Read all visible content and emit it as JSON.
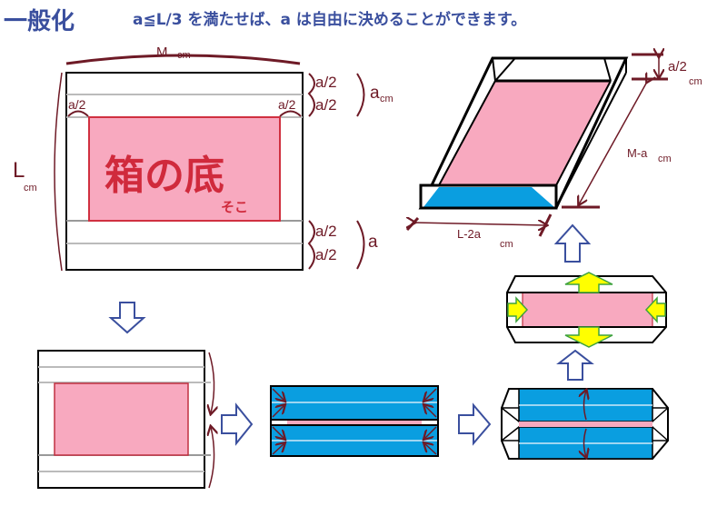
{
  "title": "一般化",
  "condition": "a≦L/3 を満たせば、a は自由に決めることができます。",
  "colors": {
    "pink": "#f8a9bf",
    "blue": "#0a9ee0",
    "title": "#3a4f9e",
    "label": "#6e1a26",
    "pink_border": "#d03040",
    "yellow": "#ffff00",
    "green": "#3fa33f"
  },
  "sheet": {
    "width_label": "M",
    "width_unit": "cm",
    "height_label": "L",
    "height_unit": "cm",
    "corner_left": "a/2",
    "corner_right": "a/2",
    "bottom_label": "箱の底",
    "bottom_reading": "そこ",
    "top_half_1": "a/2",
    "top_half_2": "a/2",
    "top_total": "a",
    "top_total_unit": "cm",
    "bottom_half_1": "a/2",
    "bottom_half_2": "a/2",
    "bottom_total": "a"
  },
  "box": {
    "height_label": "a/2",
    "height_unit": "cm",
    "length_label": "M-a",
    "length_unit": "cm",
    "width_label": "L-2a",
    "width_unit": "cm"
  },
  "icons": [
    "down-arrow",
    "right-arrow",
    "up-arrow",
    "fold-arrow",
    "yellow-push-arrow"
  ]
}
